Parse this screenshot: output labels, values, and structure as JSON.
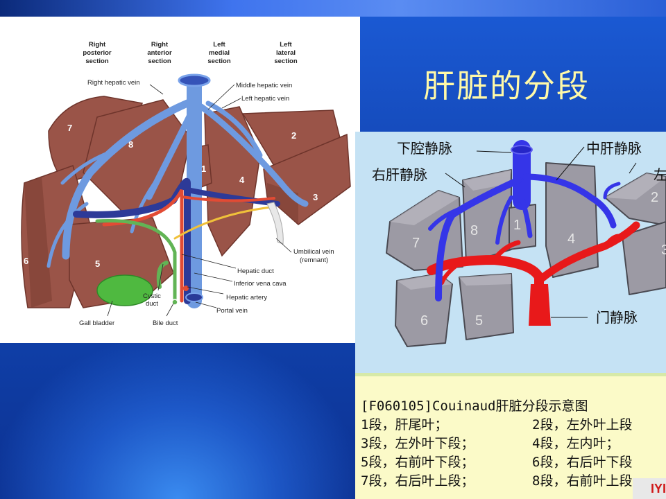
{
  "slide": {
    "title": "肝脏的分段",
    "colors": {
      "background": "#1447b5",
      "title": "#fff9a8"
    }
  },
  "figure_left": {
    "sections": [
      "Right\nposterior\nsection",
      "Right\nanterior\nsection",
      "Left\nmedial\nsection",
      "Left\nlateral\nsection"
    ],
    "labels": {
      "right_hepatic_vein": "Right hepatic vein",
      "middle_hepatic_vein": "Middle hepatic vein",
      "left_hepatic_vein": "Left hepatic vein",
      "umbilical_vein": "Umbilical vein",
      "umbilical_vein_note": "(remnant)",
      "hepatic_duct": "Hepatic duct",
      "inferior_vena_cava": "Inferior vena cava",
      "hepatic_artery": "Hepatic artery",
      "portal_vein": "Portal vein",
      "cystic_duct": "Cystic\nduct",
      "gall_bladder": "Gall bladder",
      "bile_duct": "Bile duct"
    },
    "segments": [
      "1",
      "2",
      "3",
      "4",
      "5",
      "6",
      "7",
      "8"
    ]
  },
  "figure_right": {
    "labels": {
      "ivc": "下腔静脉",
      "middle_hv": "中肝静脉",
      "right_hv": "右肝静脉",
      "left_hv_partial": "左",
      "portal_vein": "门静脉"
    },
    "segments": [
      "1",
      "2",
      "3",
      "4",
      "5",
      "6",
      "7",
      "8"
    ],
    "legend": {
      "title": "[F060105]Couinaud肝脏分段示意图",
      "rows": [
        [
          "1段，肝尾叶；",
          "2段，左外叶上段"
        ],
        [
          "3段，左外叶下段；",
          "4段，左内叶；"
        ],
        [
          "5段，右前叶下段；",
          "6段，右后叶下段"
        ],
        [
          "7段，右后叶上段；",
          "8段，右前叶上段"
        ]
      ]
    },
    "logo": "IYI",
    "colors": {
      "vein": "#3535e8",
      "portal": "#e8191a",
      "segment": "#9c9aa4",
      "background": "#c5e2f4"
    }
  }
}
